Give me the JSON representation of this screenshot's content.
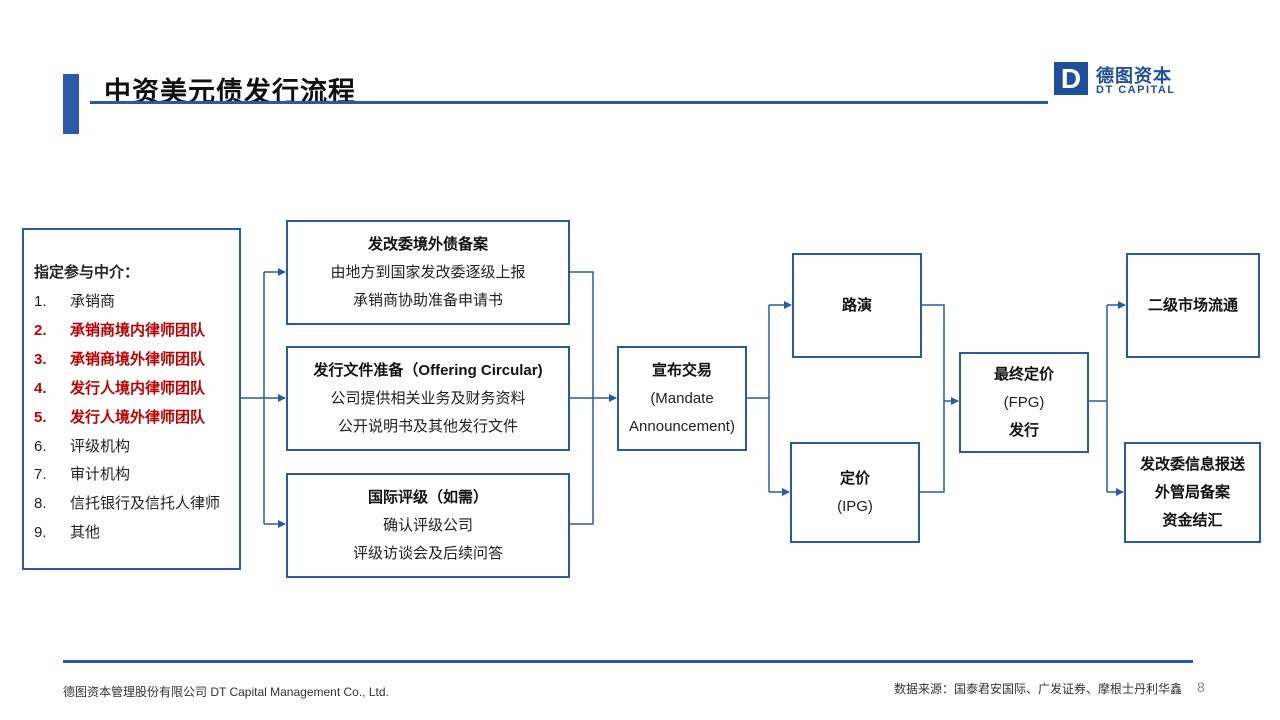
{
  "header": {
    "title": "中资美元债发行流程",
    "logo_cn": "德图资本",
    "logo_en": "DT CAPITAL"
  },
  "intermediaries": {
    "title": "指定参与中介：",
    "items": [
      {
        "num": "1.",
        "label": "承销商",
        "highlight": false
      },
      {
        "num": "2.",
        "label": "承销商境内律师团队",
        "highlight": true
      },
      {
        "num": "3.",
        "label": "承销商境外律师团队",
        "highlight": true
      },
      {
        "num": "4.",
        "label": "发行人境内律师团队",
        "highlight": true
      },
      {
        "num": "5.",
        "label": "发行人境外律师团队",
        "highlight": true
      },
      {
        "num": "6.",
        "label": "评级机构",
        "highlight": false
      },
      {
        "num": "7.",
        "label": "审计机构",
        "highlight": false
      },
      {
        "num": "8.",
        "label": "信托银行及信托人律师",
        "highlight": false
      },
      {
        "num": "9.",
        "label": "其他",
        "highlight": false
      }
    ]
  },
  "ndrc_filing": {
    "title": "发改委境外债备案",
    "line1": "由地方到国家发改委逐级上报",
    "line2": "承销商协助准备申请书"
  },
  "offering_doc": {
    "title": "发行文件准备（Offering Circular)",
    "line1": "公司提供相关业务及财务资料",
    "line2": "公开说明书及其他发行文件"
  },
  "rating": {
    "title": "国际评级（如需）",
    "line1": "确认评级公司",
    "line2": "评级访谈会及后续问答"
  },
  "announce": {
    "title": "宣布交易",
    "line1": "(Mandate",
    "line2": "Announcement)"
  },
  "roadshow": {
    "title": "路演"
  },
  "pricing": {
    "title": "定价",
    "line1": "(IPG)"
  },
  "final_pricing": {
    "title": "最终定价",
    "line1": "(FPG)",
    "line2": "发行"
  },
  "secondary": {
    "title": "二级市场流通"
  },
  "post_issue": {
    "line1": "发改委信息报送",
    "line2": "外管局备案",
    "line3": "资金结汇"
  },
  "footer": {
    "company": "德图资本管理股份有限公司  DT Capital Management  Co., Ltd.",
    "source": "数据来源：国泰君安国际、广发证券、摩根士丹利华鑫",
    "page": "8"
  },
  "colors": {
    "accent": "#2a5aa7",
    "highlight": "#c00000"
  }
}
